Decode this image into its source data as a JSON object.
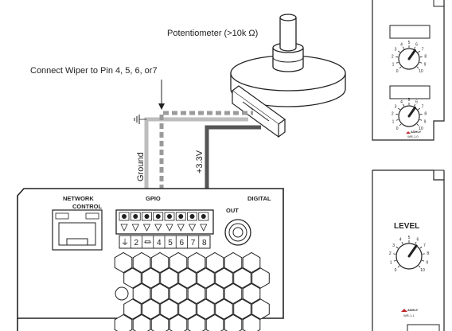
{
  "diagram": {
    "labels": {
      "potentiometer": "Potentiometer (>10k Ω)",
      "wiper_note": "Connect Wiper to Pin 4, 5, 6, or7",
      "ground": "Ground",
      "voltage": "+3.3V"
    },
    "panel": {
      "network": "NETWORK",
      "control": "CONTROL",
      "gpio": "GPIO",
      "digital": "DIGITAL",
      "out": "OUT",
      "pins": [
        "⏚",
        "2",
        "⏛",
        "4",
        "5",
        "6",
        "7",
        "8"
      ]
    },
    "wallplates": {
      "level": "LEVEL",
      "brand": "ASHLY",
      "model_top": "WR-1.0",
      "model_bottom": "WR-1.1",
      "knob_scale": [
        "0",
        "1",
        "2",
        "3",
        "4",
        "5",
        "6",
        "7",
        "8",
        "9",
        "10"
      ]
    },
    "colors": {
      "ground_wire": "#bdbdbd",
      "dashed_wire": "#9a9a9a",
      "supply_wire": "#555555",
      "brand_red": "#c0282d"
    }
  }
}
